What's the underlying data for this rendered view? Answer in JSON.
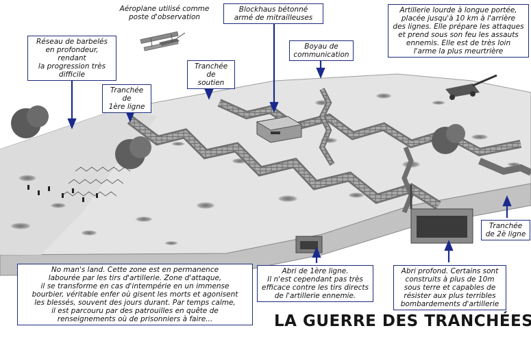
{
  "title": "LA GUERRE DES TRANCHÉES",
  "labels": {
    "aeroplane": "Aéroplane utilisé comme\nposte d'observation",
    "blockhaus": "Blockhaus bétonné\narmé de mitrailleuses",
    "artillerie": "Artillerie lourde à longue portée,\nplacée jusqu'à 10 km à l'arrière\ndes lignes. Elle prépare les attaques\net prend sous son feu les assauts\nennemis. Elle est de très loin\nl'arme la plus meurtrière",
    "barbeles": "Réseau de barbelés\nen profondeur, rendant\nla progression très\ndifficile",
    "boyau": "Boyau de\ncommunication",
    "soutien": "Tranchée de\nsoutien",
    "premiere_ligne": "Tranchée de\n1ère ligne",
    "deuxieme_ligne": "Tranchée\nde 2è ligne",
    "nomansland": "No man's land. Cette zone est en permanence\nlabourée  par les tirs d'artillerie. Zone d'attaque,\nil se transforme en cas d'intempérie en un immense\nbourbier, véritable enfer où gisent les morts et agonisent\nles blessés, souvent des jours durant. Par temps calme,\nil est parcouru par des patrouilles en quête de\nrenseignements où de prisonniers à faire...",
    "abri1": "Abri de 1ère ligne.\nIl n'est cependant pas très\nefficace contre les tirs directs\nde l'artillerie ennemie.",
    "abri_profond": "Abri profond. Certains sont\nconstruits à plus de 10m\nsous terre et capables de\nrésister aux plus terribles\nbombardements d'artillerie"
  },
  "colors": {
    "label_border": "#1c2a7a",
    "arrow": "#1a2a8c",
    "ground": "#d9d9d9",
    "trench_wall": "#8a8a8a"
  }
}
